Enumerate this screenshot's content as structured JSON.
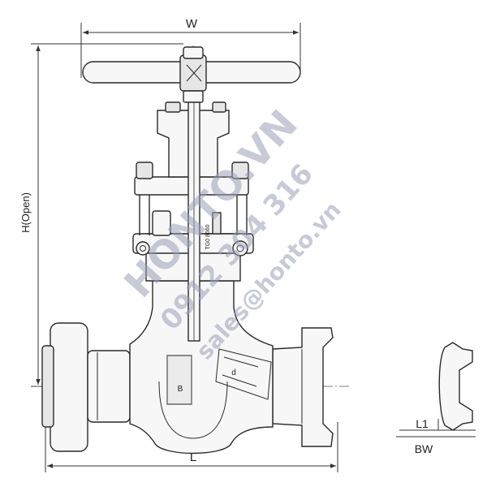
{
  "drawing": {
    "type": "technical drawing",
    "subject": "forged steel gate valve with flanged ends"
  },
  "dimensions": {
    "width_label": "W",
    "height_label": "H(Open)",
    "length_label": "L",
    "detail_label_1": "L1",
    "detail_label_2": "BW",
    "small_label_d": "d",
    "small_label_b": "B"
  },
  "watermark": {
    "brand": "HONTO.VN",
    "phone": "0912 304 316",
    "email": "sales@honto.vn"
  },
  "stem_marking": "TG0 8660"
}
